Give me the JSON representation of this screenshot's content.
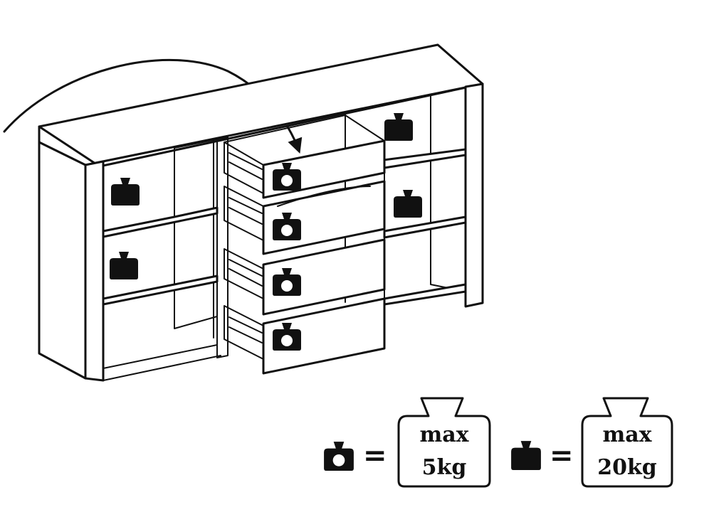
{
  "legend": {
    "small": {
      "line1": "max",
      "line2": "5kg",
      "equals": "=",
      "icon": "small-weight-icon"
    },
    "large": {
      "line1": "max",
      "line2": "20kg",
      "equals": "=",
      "icon": "large-weight-icon"
    }
  },
  "colors": {
    "ink": "#111111",
    "paper": "#ffffff"
  }
}
